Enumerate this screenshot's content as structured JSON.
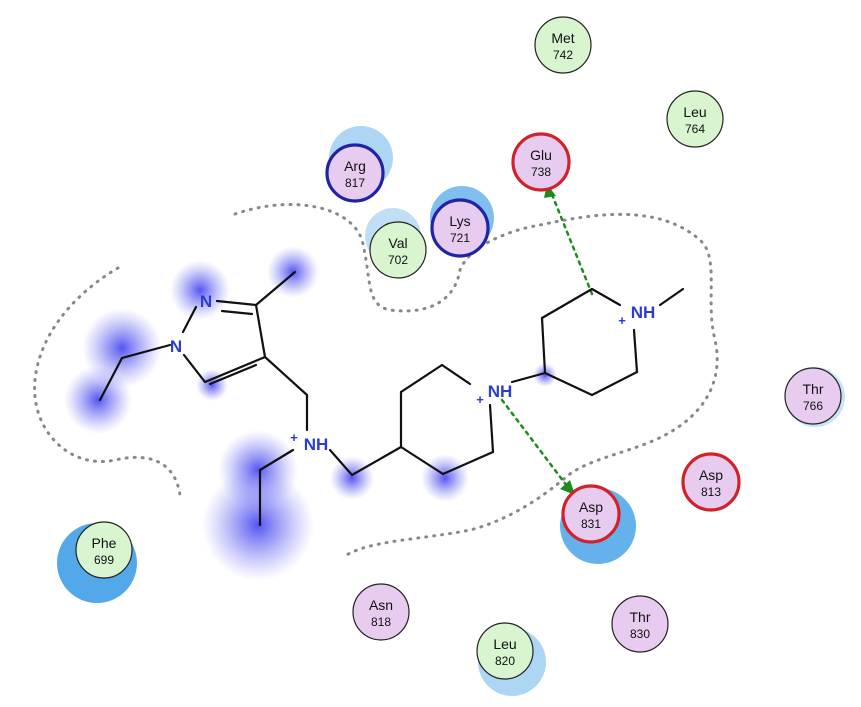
{
  "colors": {
    "green_fill": "#d8f5d0",
    "green_stroke": "#222222",
    "pink_fill": "#e8ccf0",
    "pink_stroke": "#222222",
    "blue_ring": "#1f24a6",
    "red_ring": "#d0222a",
    "halo": "#4aa3e8",
    "atom_blue": "#2a3bd6",
    "hbond_green": "#1f8a1f",
    "pocket_gray": "#888888",
    "exposure": "#4b4bf0"
  },
  "residues": [
    {
      "name": "Met",
      "num": "742",
      "type": "green",
      "ring": "none"
    },
    {
      "name": "Leu",
      "num": "764",
      "type": "green",
      "ring": "none"
    },
    {
      "name": "Glu",
      "num": "738",
      "type": "pink",
      "ring": "red"
    },
    {
      "name": "Arg",
      "num": "817",
      "type": "pink",
      "ring": "blue"
    },
    {
      "name": "Lys",
      "num": "721",
      "type": "pink",
      "ring": "blue"
    },
    {
      "name": "Val",
      "num": "702",
      "type": "green",
      "ring": "none"
    },
    {
      "name": "Thr",
      "num": "766",
      "type": "pink",
      "ring": "none"
    },
    {
      "name": "Asp",
      "num": "813",
      "type": "pink",
      "ring": "red"
    },
    {
      "name": "Asp",
      "num": "831",
      "type": "pink",
      "ring": "red"
    },
    {
      "name": "Phe",
      "num": "699",
      "type": "green",
      "ring": "none"
    },
    {
      "name": "Asn",
      "num": "818",
      "type": "pink",
      "ring": "none"
    },
    {
      "name": "Thr",
      "num": "830",
      "type": "pink",
      "ring": "none"
    },
    {
      "name": "Leu",
      "num": "820",
      "type": "green",
      "ring": "none"
    }
  ],
  "atoms": {
    "pyrazole_n1": "N",
    "pyrazole_n2": "N",
    "amine_nh": "NH",
    "amine_charge": "+",
    "pip1_nh": "NH",
    "pip1_charge": "+",
    "pip2_nh": "NH",
    "pip2_charge": "+"
  }
}
